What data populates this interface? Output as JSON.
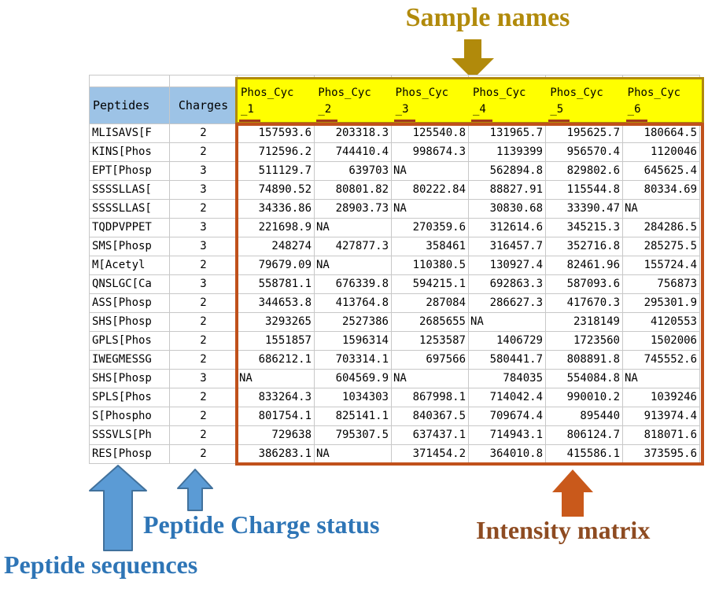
{
  "annotations": {
    "sample_names": "Sample names",
    "peptide_sequences": "Peptide sequences",
    "peptide_charge_status": "Peptide Charge status",
    "intensity_matrix": "Intensity matrix"
  },
  "colors": {
    "header_blue": "#9DC3E6",
    "header_yellow": "#FFFF00",
    "gold": "#B18A0B",
    "blue_label": "#2E75B6",
    "blue_arrow_fill": "#5B9BD5",
    "blue_arrow_stroke": "#41719C",
    "matrix_border_orange": "#C0511B",
    "orange_arrow": "#C9591B",
    "brown_label": "#8E4B21",
    "red_underline": "#A33B1B",
    "gridline": "#C8C8C8"
  },
  "table": {
    "peptide_header": "Peptides",
    "charge_header": "Charges",
    "sample_columns": [
      {
        "name": "Phos_Cyc",
        "suffix": "_1"
      },
      {
        "name": "Phos_Cyc",
        "suffix": "_2"
      },
      {
        "name": "Phos_Cyc",
        "suffix": "_3"
      },
      {
        "name": "Phos_Cyc",
        "suffix": "_4"
      },
      {
        "name": "Phos_Cyc",
        "suffix": "_5"
      },
      {
        "name": "Phos_Cyc",
        "suffix": "_6"
      }
    ],
    "rows": [
      {
        "peptide": "MLISAVS[F",
        "charge": "2",
        "values": [
          "157593.6",
          "203318.3",
          "125540.8",
          "131965.7",
          "195625.7",
          "180664.5"
        ]
      },
      {
        "peptide": "KINS[Phos",
        "charge": "2",
        "values": [
          "712596.2",
          "744410.4",
          "998674.3",
          "1139399",
          "956570.4",
          "1120046"
        ]
      },
      {
        "peptide": "EPT[Phosp",
        "charge": "3",
        "values": [
          "511129.7",
          "639703",
          "NA",
          "562894.8",
          "829802.6",
          "645625.4"
        ]
      },
      {
        "peptide": "SSSSLLAS[",
        "charge": "3",
        "values": [
          "74890.52",
          "80801.82",
          "80222.84",
          "88827.91",
          "115544.8",
          "80334.69"
        ]
      },
      {
        "peptide": "SSSSLLAS[",
        "charge": "2",
        "values": [
          "34336.86",
          "28903.73",
          "NA",
          "30830.68",
          "33390.47",
          "NA"
        ]
      },
      {
        "peptide": "TQDPVPPET",
        "charge": "3",
        "values": [
          "221698.9",
          "NA",
          "270359.6",
          "312614.6",
          "345215.3",
          "284286.5"
        ]
      },
      {
        "peptide": "SMS[Phosp",
        "charge": "3",
        "values": [
          "248274",
          "427877.3",
          "358461",
          "316457.7",
          "352716.8",
          "285275.5"
        ]
      },
      {
        "peptide": "M[Acetyl",
        "charge": "2",
        "values": [
          "79679.09",
          "NA",
          "110380.5",
          "130927.4",
          "82461.96",
          "155724.4"
        ]
      },
      {
        "peptide": "QNSLGC[Ca",
        "charge": "3",
        "values": [
          "558781.1",
          "676339.8",
          "594215.1",
          "692863.3",
          "587093.6",
          "756873"
        ]
      },
      {
        "peptide": "ASS[Phosp",
        "charge": "2",
        "values": [
          "344653.8",
          "413764.8",
          "287084",
          "286627.3",
          "417670.3",
          "295301.9"
        ]
      },
      {
        "peptide": "SHS[Phosp",
        "charge": "2",
        "values": [
          "3293265",
          "2527386",
          "2685655",
          "NA",
          "2318149",
          "4120553"
        ]
      },
      {
        "peptide": "GPLS[Phos",
        "charge": "2",
        "values": [
          "1551857",
          "1596314",
          "1253587",
          "1406729",
          "1723560",
          "1502006"
        ]
      },
      {
        "peptide": "IWEGMESSG",
        "charge": "2",
        "values": [
          "686212.1",
          "703314.1",
          "697566",
          "580441.7",
          "808891.8",
          "745552.6"
        ]
      },
      {
        "peptide": "SHS[Phosp",
        "charge": "3",
        "values": [
          "NA",
          "604569.9",
          "NA",
          "784035",
          "554084.8",
          "NA"
        ]
      },
      {
        "peptide": "SPLS[Phos",
        "charge": "2",
        "values": [
          "833264.3",
          "1034303",
          "867998.1",
          "714042.4",
          "990010.2",
          "1039246"
        ]
      },
      {
        "peptide": "S[Phospho",
        "charge": "2",
        "values": [
          "801754.1",
          "825141.1",
          "840367.5",
          "709674.4",
          "895440",
          "913974.4"
        ]
      },
      {
        "peptide": "SSSVLS[Ph",
        "charge": "2",
        "values": [
          "729638",
          "795307.5",
          "637437.1",
          "714943.1",
          "806124.7",
          "818071.6"
        ]
      },
      {
        "peptide": "RES[Phosp",
        "charge": "2",
        "values": [
          "386283.1",
          "NA",
          "371454.2",
          "364010.8",
          "415586.1",
          "373595.6"
        ]
      }
    ]
  }
}
